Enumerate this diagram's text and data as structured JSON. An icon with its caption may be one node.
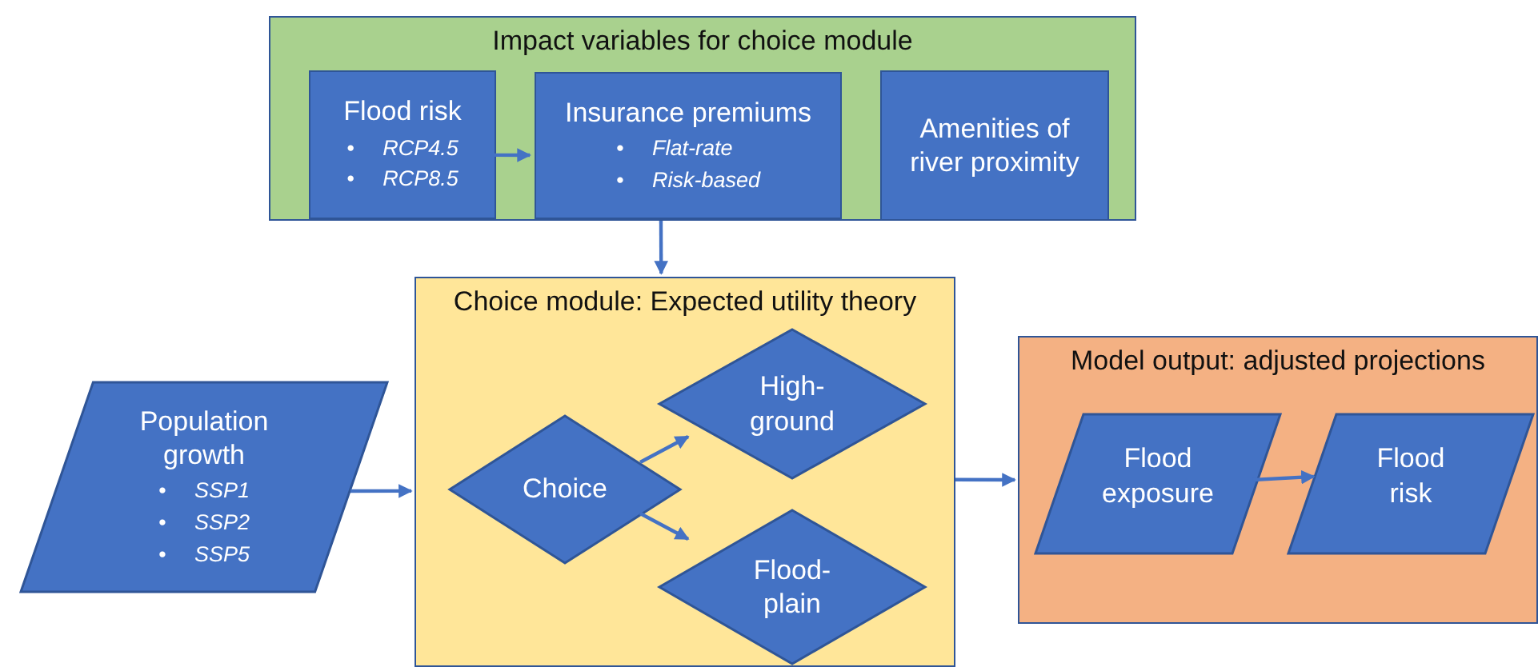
{
  "diagram": {
    "nodes": [
      {
        "text": [
          "Impact variables for choice module"
        ]
      },
      {
        "text": [
          "Flood risk",
          "• RCP4.5",
          "• RCP8.5"
        ],
        "in": 0
      },
      {
        "text": [
          "Insurance premiums",
          "• Flat-rate",
          "• Risk-based"
        ],
        "in": 0
      },
      {
        "text": [
          "Amenities of river proximity"
        ],
        "in": 0
      },
      {
        "text": [
          "Population growth",
          "• SSP1",
          "• SSP2",
          "• SSP5"
        ]
      },
      {
        "text": [
          "Choice module: Expected utility theory"
        ]
      },
      {
        "text": [
          "Choice"
        ],
        "in": 5
      },
      {
        "text": [
          "High-ground"
        ],
        "in": 5
      },
      {
        "text": [
          "Flood-plain"
        ],
        "in": 5
      },
      {
        "text": [
          "Model output: adjusted projections"
        ]
      },
      {
        "text": [
          "Flood exposure"
        ],
        "in": 9
      },
      {
        "text": [
          "Flood risk"
        ],
        "in": 9
      }
    ],
    "edges": [
      {
        "from": 1,
        "to": 2,
        "arrow": "to"
      },
      {
        "from": 0,
        "to": 5,
        "arrow": "to"
      },
      {
        "from": 4,
        "to": 5,
        "arrow": "to"
      },
      {
        "from": 6,
        "to": 7,
        "arrow": "to"
      },
      {
        "from": 6,
        "to": 8,
        "arrow": "to"
      },
      {
        "from": 5,
        "to": 9,
        "arrow": "to"
      },
      {
        "from": 10,
        "to": 11,
        "arrow": "to"
      }
    ]
  }
}
